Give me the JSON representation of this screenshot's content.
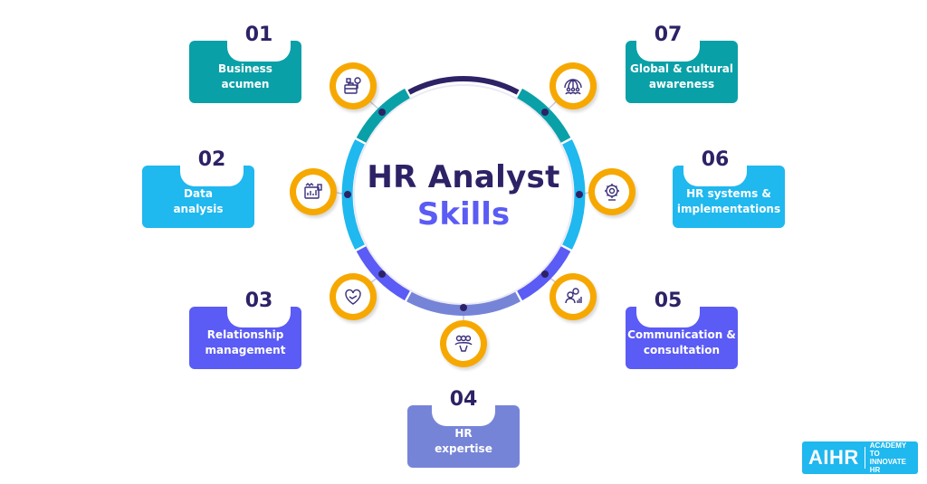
{
  "title": {
    "line1": "HR Analyst",
    "line2": "Skills"
  },
  "colors": {
    "title_dark": "#2d2266",
    "title_accent": "#5b5bf5",
    "teal": "#0aa0a8",
    "cyan": "#1fb8ef",
    "purple": "#5b5bf5",
    "periwinkle": "#7684d8",
    "dark_arc": "#2d2266",
    "icon_ring": "#f6a800"
  },
  "skills": [
    {
      "number": "01",
      "label": "Business\nacumen",
      "icon": "briefcase-icon",
      "color": "#0aa0a8"
    },
    {
      "number": "02",
      "label": "Data\nanalysis",
      "icon": "chart-report-icon",
      "color": "#1fb8ef"
    },
    {
      "number": "03",
      "label": "Relationship\nmanagement",
      "icon": "heart-handshake-icon",
      "color": "#5b5bf5"
    },
    {
      "number": "04",
      "label": "HR\nexpertise",
      "icon": "team-people-icon",
      "color": "#7684d8"
    },
    {
      "number": "05",
      "label": "Communication &\nconsultation",
      "icon": "consultation-people-icon",
      "color": "#5b5bf5"
    },
    {
      "number": "06",
      "label": "HR systems &\nimplementations",
      "icon": "gear-system-icon",
      "color": "#1fb8ef"
    },
    {
      "number": "07",
      "label": "Global & cultural\nawareness",
      "icon": "global-people-icon",
      "color": "#0aa0a8"
    }
  ],
  "logo": {
    "mark": "AIHR",
    "tagline": "ACADEMY TO\nINNOVATE HR"
  }
}
